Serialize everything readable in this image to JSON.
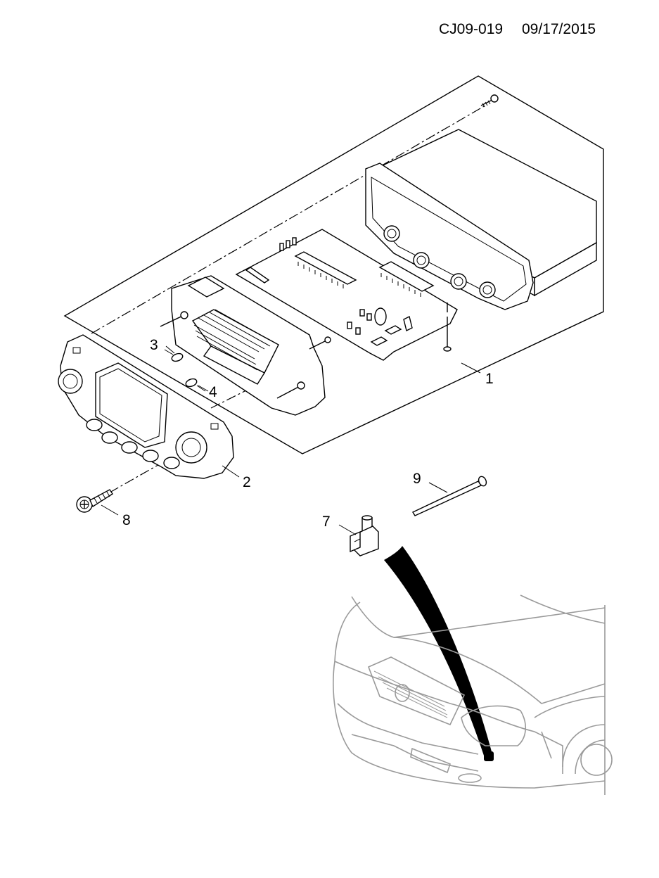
{
  "header": {
    "doc_code": "CJ09-019",
    "date": "09/17/2015"
  },
  "callouts": [
    {
      "id": "c1",
      "number": "1"
    },
    {
      "id": "c2",
      "number": "2"
    },
    {
      "id": "c3",
      "number": "3"
    },
    {
      "id": "c4",
      "number": "4"
    },
    {
      "id": "c7",
      "number": "7"
    },
    {
      "id": "c8",
      "number": "8"
    },
    {
      "id": "c9",
      "number": "9"
    }
  ]
}
